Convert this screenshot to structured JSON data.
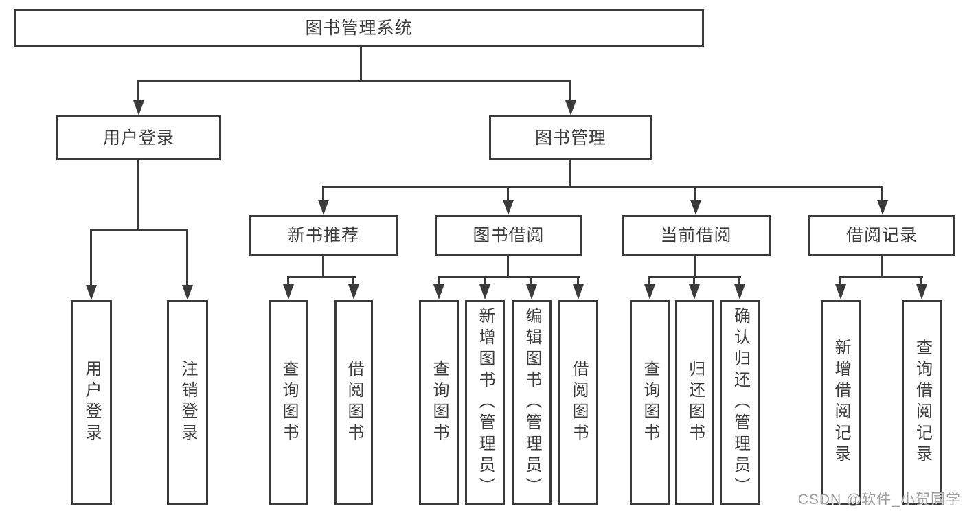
{
  "tree": {
    "root": "图书管理系统",
    "branches": [
      {
        "label": "用户登录",
        "children": [
          "用户登录",
          "注销登录"
        ]
      },
      {
        "label": "图书管理",
        "groups": [
          {
            "label": "新书推荐",
            "children": [
              "查询图书",
              "借阅图书"
            ]
          },
          {
            "label": "图书借阅",
            "children": [
              "查询图书",
              "新增图书（管理员）",
              "编辑图书（管理员）",
              "借阅图书"
            ]
          },
          {
            "label": "当前借阅",
            "children": [
              "查询图书",
              "归还图书",
              "确认归还（管理员）"
            ]
          },
          {
            "label": "借阅记录",
            "children": [
              "新增借阅记录",
              "查询借阅记录"
            ]
          }
        ]
      }
    ]
  },
  "watermark": {
    "text": "CSDN @软件_小贺同学"
  },
  "colors": {
    "line": "#3a3a3a",
    "text": "#3c3c3c",
    "watermark": "#9e9e9e",
    "background": "#ffffff"
  }
}
